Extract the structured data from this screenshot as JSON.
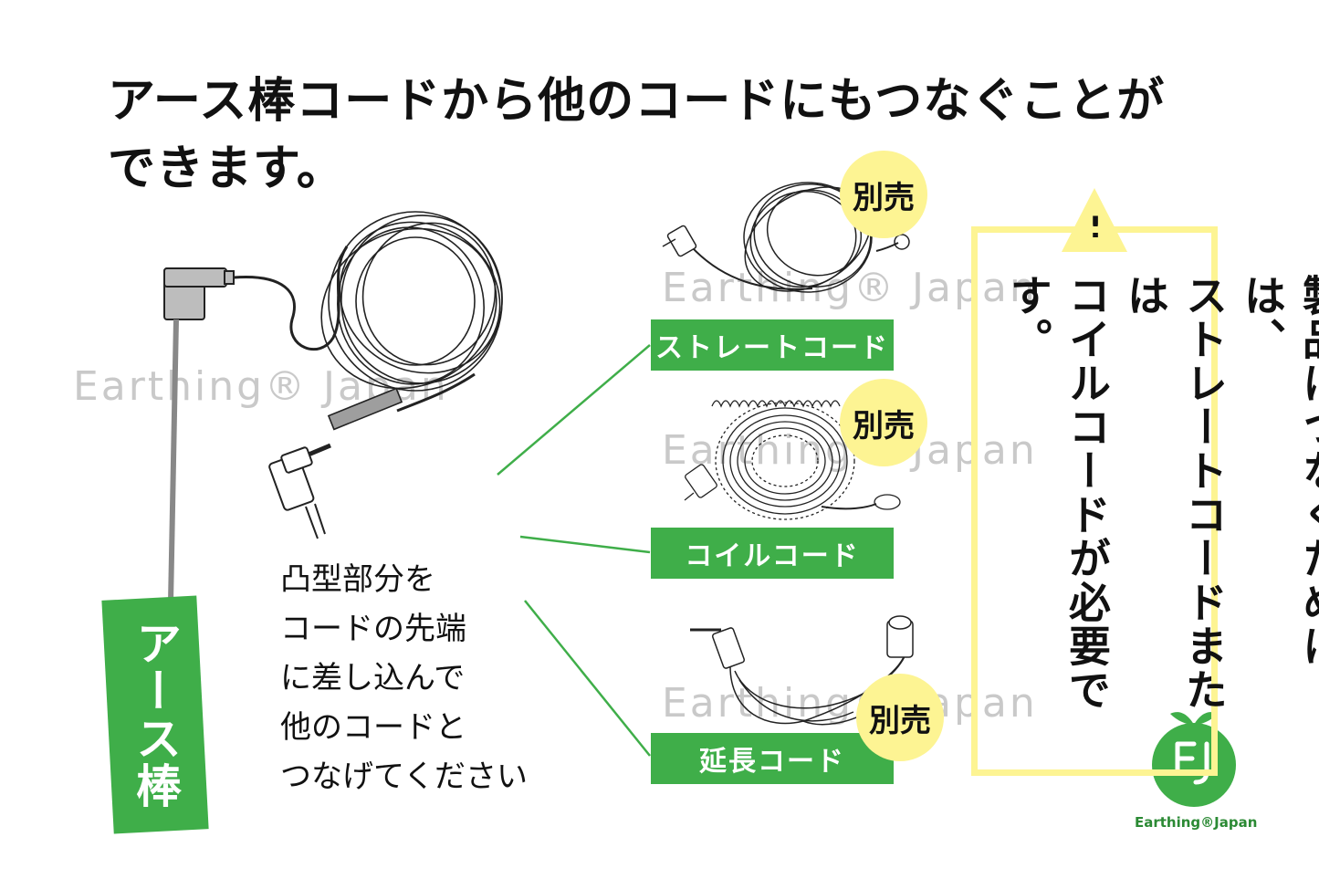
{
  "title": {
    "line1": "アース棒コードから他のコードにもつなぐことが",
    "line2": "できます。"
  },
  "earth_rod_label": "アース棒",
  "watermark": "Earthing® Japan",
  "cords": [
    {
      "label": "ストレートコード",
      "badge": "別売"
    },
    {
      "label": "コイルコード",
      "badge": "別売"
    },
    {
      "label": "延長コード",
      "badge": "別売"
    }
  ],
  "instruction_lines": [
    "凸型部分を",
    "コードの先端",
    "に差し込んで",
    "他のコードと",
    "つなげてください"
  ],
  "note": {
    "warning_symbol": "!",
    "lines": [
      "製品につなぐためには、",
      "ストレートコードまたは",
      "コイルコードが必要です。"
    ]
  },
  "logo": {
    "mark": "EJ",
    "text": "Earthing®Japan"
  },
  "colors": {
    "green": "#3fae49",
    "yellow": "#fdf493",
    "text": "#111111"
  }
}
